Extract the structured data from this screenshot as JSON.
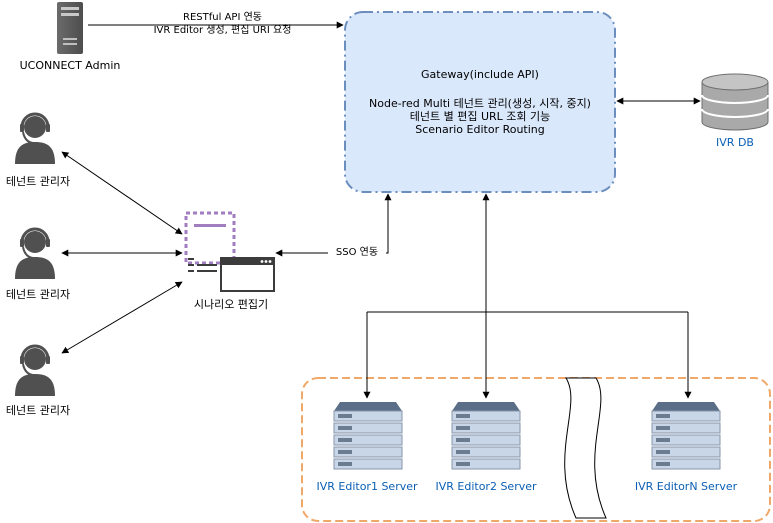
{
  "admin": {
    "label": "UCONNECT Admin"
  },
  "admin_link": {
    "line1": "RESTful API 연동",
    "line2": "IVR Editor 생성, 편집 URI 요청"
  },
  "gateway": {
    "title": "Gateway(include API)",
    "line1": "Node-red Multi 테넌트 관리(생성, 시작, 중지)",
    "line2": "테넌트 별 편집 URL 조회 기능",
    "line3": "Scenario Editor Routing"
  },
  "db": {
    "label": "IVR DB"
  },
  "tenants": [
    {
      "label": "테넌트 관리자"
    },
    {
      "label": "테넌트 관리자"
    },
    {
      "label": "테넌트 관리자"
    }
  ],
  "scenario_editor": {
    "label": "시나리오 편집기"
  },
  "sso": {
    "label": "SSO 연동"
  },
  "servers": [
    {
      "label": "IVR Editor1 Server"
    },
    {
      "label": "IVR Editor2 Server"
    },
    {
      "label": "IVR EditorN Server"
    }
  ],
  "colors": {
    "gateway_fill": "#dae8fc",
    "gateway_border": "#6c8ebf",
    "server_group_border": "#f0a868",
    "server_fill": "#c9d6e8",
    "editor_icon": "#8c62aa",
    "label_blue": "#0a5fb4"
  },
  "icons": {
    "admin": "server-tower-icon",
    "tenant": "headset-user-icon",
    "editor": "application-window-icon",
    "db": "database-icon",
    "server": "rack-server-icon"
  }
}
